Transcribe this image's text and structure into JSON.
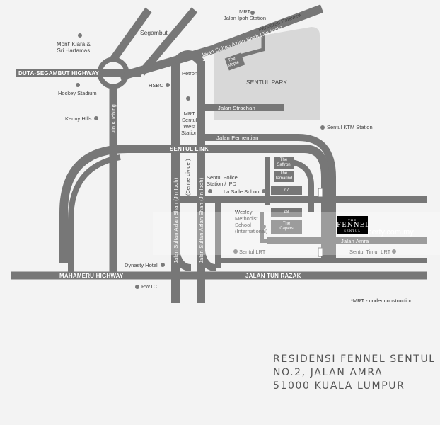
{
  "roads": {
    "duta_segambut": "DUTA-SEGAMBUT HIGHWAY",
    "mahameru": "MAHAMERU HIGHWAY",
    "jalan_tun_razak": "JALAN TUN RAZAK",
    "sentul_link": "SENTUL LINK",
    "jalan_perhentian": "Jalan Perhentian",
    "jalan_strachan": "Jalan Strachan",
    "jalan_amra": "Jalan Amra",
    "jln_kuching": "Jln Kuching",
    "jalan_sultan_azlan_shah_top": "Jalan Sultan Azlan Shah (Jln Ipoh)",
    "jalan_sultan_azlan_shah_left": "Jalan Sultan Azlan Shah (Jln Ipoh)",
    "jalan_sultan_azlan_shah_right": "Jalan Sultan Azlan Shah (Jln Ipoh)",
    "centre_divider": "(Centre divider)",
    "persiaran_parkview": "Persiaran Parkview"
  },
  "places": {
    "segambut": "Segambut",
    "mont_kiara": "Mont' Kiara &\nSri Hartamas",
    "hockey_stadium": "Hockey Stadium",
    "kenny_hills": "Kenny Hills",
    "mrt_jalan_ipoh": "MRT\nJalan Ipoh Station",
    "petron": "Petron",
    "hsbc": "HSBC",
    "mrt_sentul_west": "MRT\nSentul\nWest\nStation",
    "sentul_park": "SENTUL PARK",
    "the_maple": "The\nMaple",
    "sentul_ktm": "Sentul KTM Station",
    "police": "Sentul Police\nStation / IPD",
    "la_salle": "La Salle School",
    "wesley": "Wesley\nMethodist\nSchool\n(International)",
    "sentul_lrt": "Sentul LRT",
    "sentul_timur_lrt": "Sentul Timur LRT",
    "dynasty_hotel": "Dynasty Hotel",
    "pwtc": "PWTC"
  },
  "blocks": {
    "saffron": "The\nSaffron",
    "tamarind": "The\nTamarind",
    "d7": "d7",
    "d8": "d8",
    "capers": "The\nCapers"
  },
  "logo": {
    "line1": "THE",
    "line2": "FENNEL",
    "line3": "SENTUL"
  },
  "watermark": "iProperty.com.my",
  "mrt_note": "*MRT - under construction",
  "address": {
    "line1": "RESIDENSI FENNEL SENTUL",
    "line2": "NO.2, JALAN AMRA",
    "line3": "51000 KUALA LUMPUR"
  },
  "colors": {
    "road": "#777777",
    "park": "#d8d8d8",
    "background": "#f3f3f3",
    "logo": "#000000"
  }
}
